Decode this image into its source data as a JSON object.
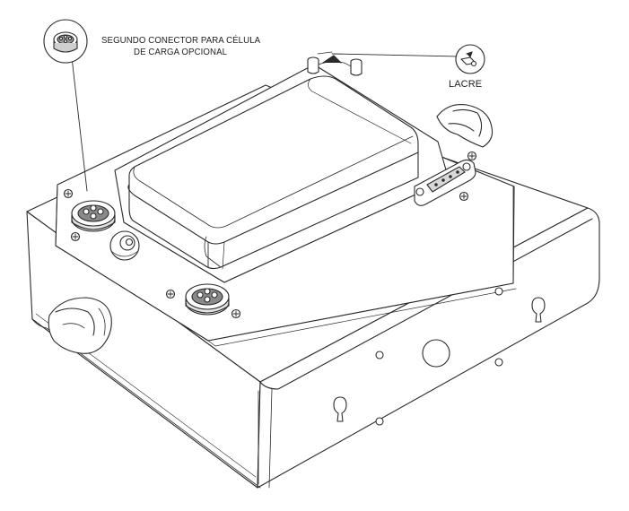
{
  "callouts": {
    "connector_line1": "SEGUNDO CONECTOR PARA CÉLULA",
    "connector_line2": "DE CARGA OPCIONAL",
    "seal": "LACRE"
  },
  "colors": {
    "stroke": "#2a2a2a",
    "fill": "#ffffff",
    "shade": "#e6e6e6",
    "dark": "#6a6a6a"
  }
}
